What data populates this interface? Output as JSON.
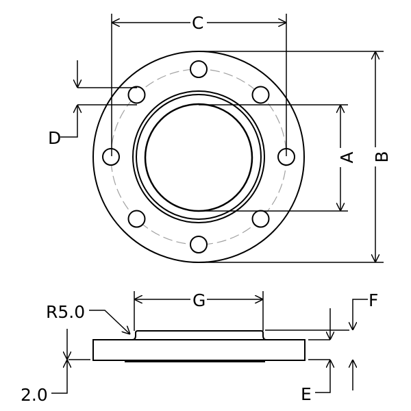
{
  "labels": {
    "a": "A",
    "b": "B",
    "c": "C",
    "d": "D",
    "e": "E",
    "f": "F",
    "g": "G",
    "radius": "R5.0",
    "thickness": "2.0"
  },
  "colors": {
    "line": "#000000",
    "bolt_circle": "#a0a0a0"
  }
}
